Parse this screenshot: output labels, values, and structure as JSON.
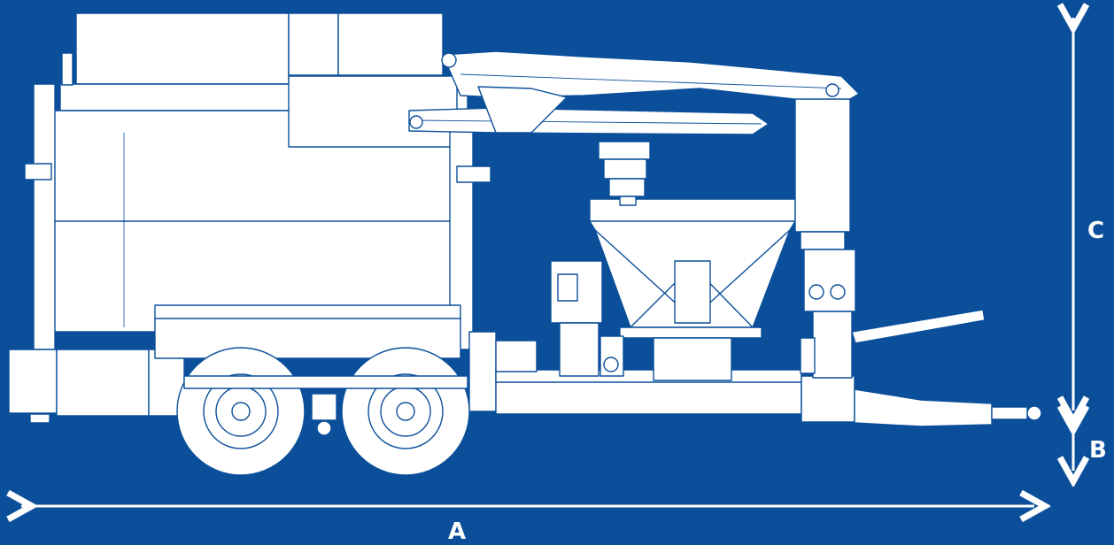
{
  "colors": {
    "background": "#0b4f9a",
    "machine_fill": "#ffffff",
    "machine_stroke": "#0b4f9a",
    "dimension_lines": "#ffffff"
  },
  "dimensions": {
    "a_label": "A",
    "b_label": "B",
    "c_label": "C"
  },
  "icons": [
    "trailer-chipper-crane-illustration",
    "dimension-arrow-a",
    "dimension-arrow-b",
    "dimension-arrow-c"
  ]
}
